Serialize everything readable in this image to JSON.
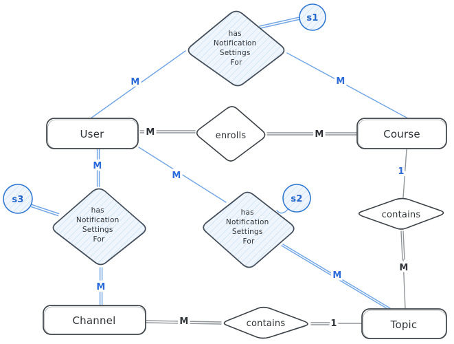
{
  "diagram": {
    "type": "er-diagram",
    "entities": {
      "user": {
        "label": "User"
      },
      "course": {
        "label": "Course"
      },
      "channel": {
        "label": "Channel"
      },
      "topic": {
        "label": "Topic"
      }
    },
    "relationships": {
      "s1": {
        "badge": "s1",
        "lines": [
          "has",
          "Notification",
          "Settings",
          "For"
        ]
      },
      "s2": {
        "badge": "s2",
        "lines": [
          "has",
          "Notification",
          "Settings",
          "For"
        ]
      },
      "s3": {
        "badge": "s3",
        "lines": [
          "has",
          "Notification",
          "Settings",
          "For"
        ]
      },
      "enrolls": {
        "label": "enrolls"
      },
      "contains_course_topic": {
        "label": "contains"
      },
      "contains_channel_topic": {
        "label": "contains"
      }
    },
    "cardinalities": {
      "user_s1": "M",
      "s1_course": "M",
      "user_enrolls": "M",
      "enrolls_course": "M",
      "user_s3": "M",
      "user_s2": "M",
      "course_contains": "1",
      "contains_topic_m": "M",
      "s2_topic": "M",
      "s3_channel": "M",
      "channel_contains_m": "M",
      "contains_topic_one": "1"
    },
    "connections": [
      {
        "from": "User",
        "via": "s1 has Notification Settings For",
        "to": "Course",
        "from_card": "M",
        "to_card": "M"
      },
      {
        "from": "User",
        "via": "enrolls",
        "to": "Course",
        "from_card": "M",
        "to_card": "M"
      },
      {
        "from": "User",
        "via": "s2 has Notification Settings For",
        "to": "Topic",
        "from_card": "M",
        "to_card": "M"
      },
      {
        "from": "User",
        "via": "s3 has Notification Settings For",
        "to": "Channel",
        "from_card": "M",
        "to_card": "M"
      },
      {
        "from": "Course",
        "via": "contains",
        "to": "Topic",
        "from_card": "1",
        "to_card": "M"
      },
      {
        "from": "Channel",
        "via": "contains",
        "to": "Topic",
        "from_card": "M",
        "to_card": "1"
      }
    ],
    "colors": {
      "accent_blue": "#2b6bd9",
      "edge_blue": "#74a7e6",
      "badge_stroke_blue": "#3178d2",
      "hatch_fill": "#eef5fc",
      "hatch_line": "#c9dff3",
      "ink": "#2f3337",
      "edge_gray": "#8f9499",
      "background": "#ffffff"
    }
  }
}
